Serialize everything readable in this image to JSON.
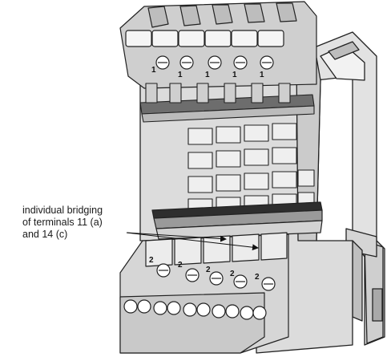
{
  "annotation": {
    "lines": [
      "individual bridging",
      "of terminals 11 (a)",
      "and 14 (c)"
    ]
  },
  "colors": {
    "body": "#d9d9d9",
    "body_light": "#ececec",
    "body_dark": "#9a9a9a",
    "outline": "#222222",
    "bridge": "#3a3a3a"
  },
  "terminal_markings": {
    "top": "1",
    "bottom": "2"
  }
}
